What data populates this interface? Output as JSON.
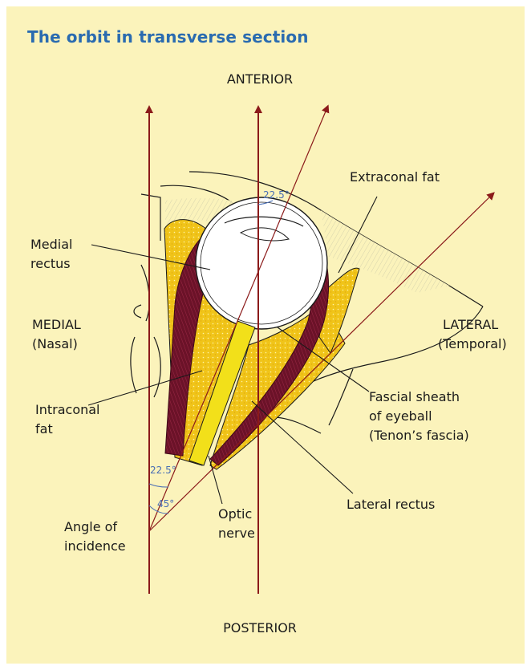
{
  "title": "The orbit in transverse section",
  "colors": {
    "background": "#fbf3bb",
    "title": "#2a6bb0",
    "arrow": "#8b1a1a",
    "muscle": "#6b1228",
    "fat": "#f0c419",
    "optic_nerve": "#f2e01a",
    "angle_label": "#4a6fb5"
  },
  "directions": {
    "anterior": "ANTERIOR",
    "posterior": "POSTERIOR",
    "medial": "MEDIAL",
    "medial_sub": "(Nasal)",
    "lateral": "LATERAL",
    "lateral_sub": "(Temporal)"
  },
  "labels": {
    "medial_rectus_1": "Medial",
    "medial_rectus_2": "rectus",
    "extraconal_fat": "Extraconal fat",
    "intraconal_fat_1": "Intraconal",
    "intraconal_fat_2": "fat",
    "fascial_sheath_1": "Fascial sheath",
    "fascial_sheath_2": "of eyeball",
    "fascial_sheath_3": "(Tenon’s fascia)",
    "lateral_rectus": "Lateral rectus",
    "optic_nerve_1": "Optic",
    "optic_nerve_2": "nerve",
    "angle_of_incidence_1": "Angle of",
    "angle_of_incidence_2": "incidence"
  },
  "angles": {
    "top": "22.5°",
    "lower": "22.5°",
    "wide": "45°"
  }
}
